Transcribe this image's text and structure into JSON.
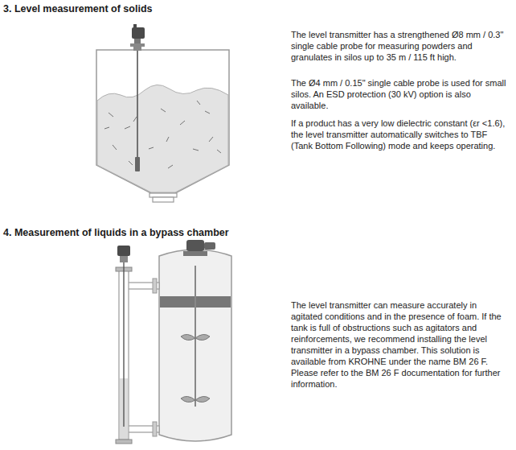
{
  "diagram": {
    "labels": [
      "3. Level measurement of solids",
      "The level transmitter has a strengthened Ø8 mm / 0.3\" single cable probe for measuring powders and granulates in silos up to 35 m / 115 ft high.",
      "The Ø4 mm / 0.15\" single cable probe is used for small silos. An ESD protection (30 kV) option is also available.",
      "If a product has a very low dielectric constant (εr <1.6), the level transmitter automatically switches to TBF (Tank Bottom Following) mode and keeps operating.",
      "4. Measurement of liquids in a bypass chamber",
      "The level transmitter can measure accurately in agitated conditions and in the presence of foam. If the tank is full of obstructions such as agitators and reinforcements, we recommend installing the level transmitter in a bypass chamber. This solution is available from KROHNE under the name BM 26 F. Please refer to the BM 26 F documentation for further information."
    ]
  }
}
